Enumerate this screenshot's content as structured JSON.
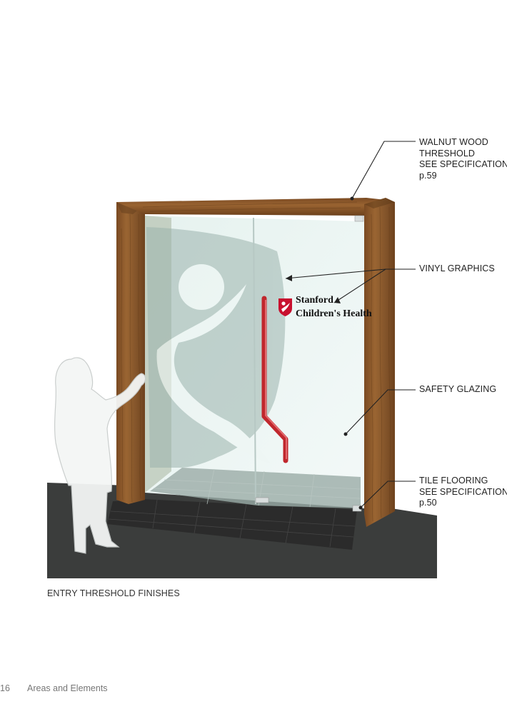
{
  "callouts": {
    "walnut": [
      "WALNUT WOOD",
      "THRESHOLD",
      "SEE SPECIFICATION",
      "p.59"
    ],
    "vinyl": [
      "VINYL GRAPHICS"
    ],
    "glazing": [
      "SAFETY GLAZING"
    ],
    "tile": [
      "TILE FLOORING",
      "SEE SPECIFICATION",
      "p.50"
    ]
  },
  "logo": {
    "line1": "Stanford",
    "line2": "Children's Health",
    "color": "#c8102e"
  },
  "caption": "ENTRY THRESHOLD FINISHES",
  "footer": {
    "page_number": "16",
    "section": "Areas and Elements"
  },
  "colors": {
    "walnut": "#8a5a2b",
    "floor": "#3a3c3b",
    "glass": "#e9f4f2",
    "handle": "#c0272d"
  }
}
